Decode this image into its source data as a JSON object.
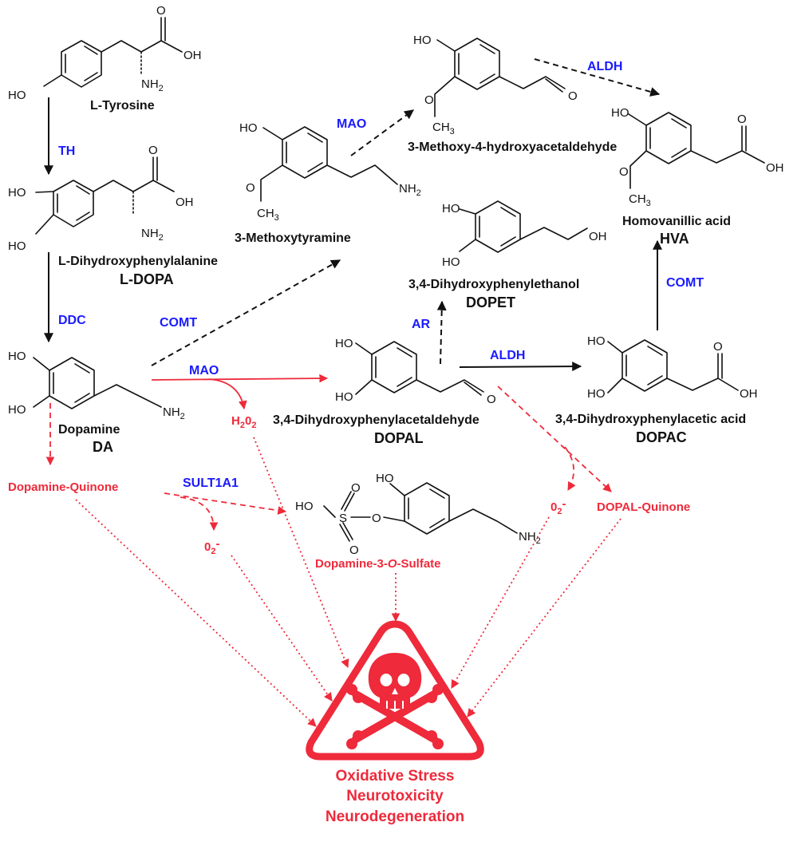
{
  "compounds": {
    "tyrosine": {
      "name": "L-Tyrosine"
    },
    "ldopa": {
      "name": "L-Dihydroxyphenylalanine",
      "abbr": "L-DOPA"
    },
    "dopamine": {
      "name": "Dopamine",
      "abbr": "DA"
    },
    "methoxytyramine": {
      "name": "3-Methoxytyramine"
    },
    "mhpa": {
      "name": "3-Methoxy-4-hydroxyacetaldehyde"
    },
    "hva": {
      "name": "Homovanillic acid",
      "abbr": "HVA"
    },
    "dopet": {
      "name": "3,4-Dihydroxyphenylethanol",
      "abbr": "DOPET"
    },
    "dopal": {
      "name": "3,4-Dihydroxyphenylacetaldehyde",
      "abbr": "DOPAL"
    },
    "dopac": {
      "name": "3,4-Dihydroxyphenylacetic acid",
      "abbr": "DOPAC"
    },
    "sulfate": {
      "name_pre": "Dopamine-3-",
      "name_italic": "O",
      "name_post": "-Sulfate"
    }
  },
  "enzymes": {
    "th": "TH",
    "ddc": "DDC",
    "comt_da": "COMT",
    "mao_3mt": "MAO",
    "aldh_top": "ALDH",
    "mao_da": "MAO",
    "ar": "AR",
    "aldh_dopal": "ALDH",
    "comt_dopac": "COMT",
    "sult": "SULT1A1"
  },
  "toxic_species": {
    "h2o2": {
      "main": "H",
      "sub1": "2",
      "mid": "0",
      "sub2": "2"
    },
    "da_quinone": "Dopamine-Quinone",
    "o2_left": {
      "main": "0",
      "sub": "2",
      "sup": "-"
    },
    "o2_right": {
      "main": "0",
      "sub": "2",
      "sup": "-"
    },
    "dopal_quinone": "DOPAL-Quinone"
  },
  "atoms": {
    "oh": "OH",
    "ho": "HO",
    "o": "O",
    "n": "NH",
    "n_sub": "2",
    "ch": "CH",
    "ch_sub": "3",
    "s": "S"
  },
  "outcomes": [
    "Oxidative Stress",
    "Neurotoxicity",
    "Neurodegeneration"
  ],
  "icons": {
    "warning": "skull-crossbones-warning-icon"
  },
  "colors": {
    "enzyme": "#1a1aff",
    "toxic": "#ee2a3b",
    "text": "#111111"
  }
}
